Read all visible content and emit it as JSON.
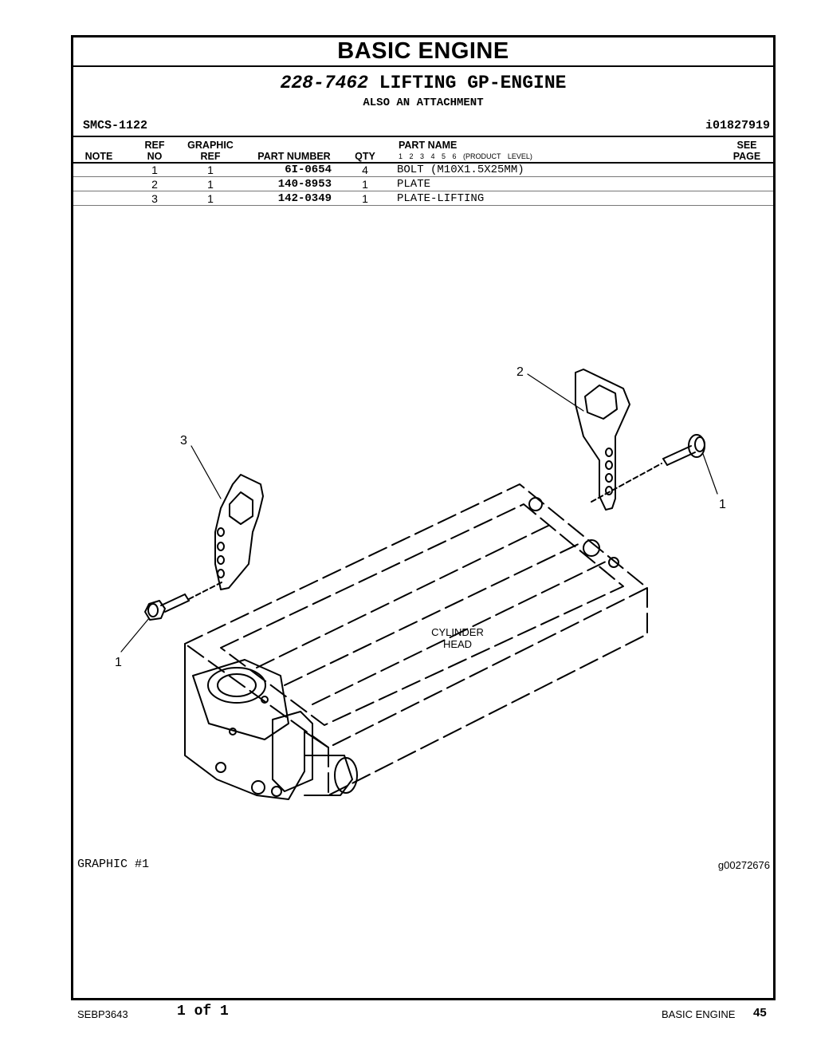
{
  "section_title": "BASIC ENGINE",
  "group": {
    "number": "228-7462",
    "name": "LIFTING GP-ENGINE",
    "subtitle": "ALSO AN ATTACHMENT"
  },
  "smcs": "SMCS-1122",
  "illustration_id": "i01827919",
  "table": {
    "headers": {
      "note": "NOTE",
      "ref_top": "REF",
      "ref_bottom": "NO",
      "graphic_top": "GRAPHIC",
      "graphic_bottom": "REF",
      "part_number": "PART NUMBER",
      "qty": "QTY",
      "part_name": "PART NAME",
      "product_levels": "1 2 3 4 5 6 (PRODUCT LEVEL)",
      "see_top": "SEE",
      "see_bottom": "PAGE"
    },
    "rows": [
      {
        "ref": "1",
        "graphic": "1",
        "part_number": "6I-0654",
        "qty": "4",
        "name": "BOLT (M10X1.5X25MM)"
      },
      {
        "ref": "2",
        "graphic": "1",
        "part_number": "140-8953",
        "qty": "1",
        "name": "PLATE"
      },
      {
        "ref": "3",
        "graphic": "1",
        "part_number": "142-0349",
        "qty": "1",
        "name": "PLATE-LIFTING"
      }
    ]
  },
  "diagram": {
    "callout_labels": [
      "1",
      "2",
      "3",
      "1"
    ],
    "text_line1": "CYLINDER",
    "text_line2": "HEAD"
  },
  "graphic_label": "GRAPHIC #1",
  "graphic_id": "g00272676",
  "footer": {
    "doc_id": "SEBP3643",
    "page_of": "1 of 1",
    "section": "BASIC ENGINE",
    "page_number": "45"
  }
}
